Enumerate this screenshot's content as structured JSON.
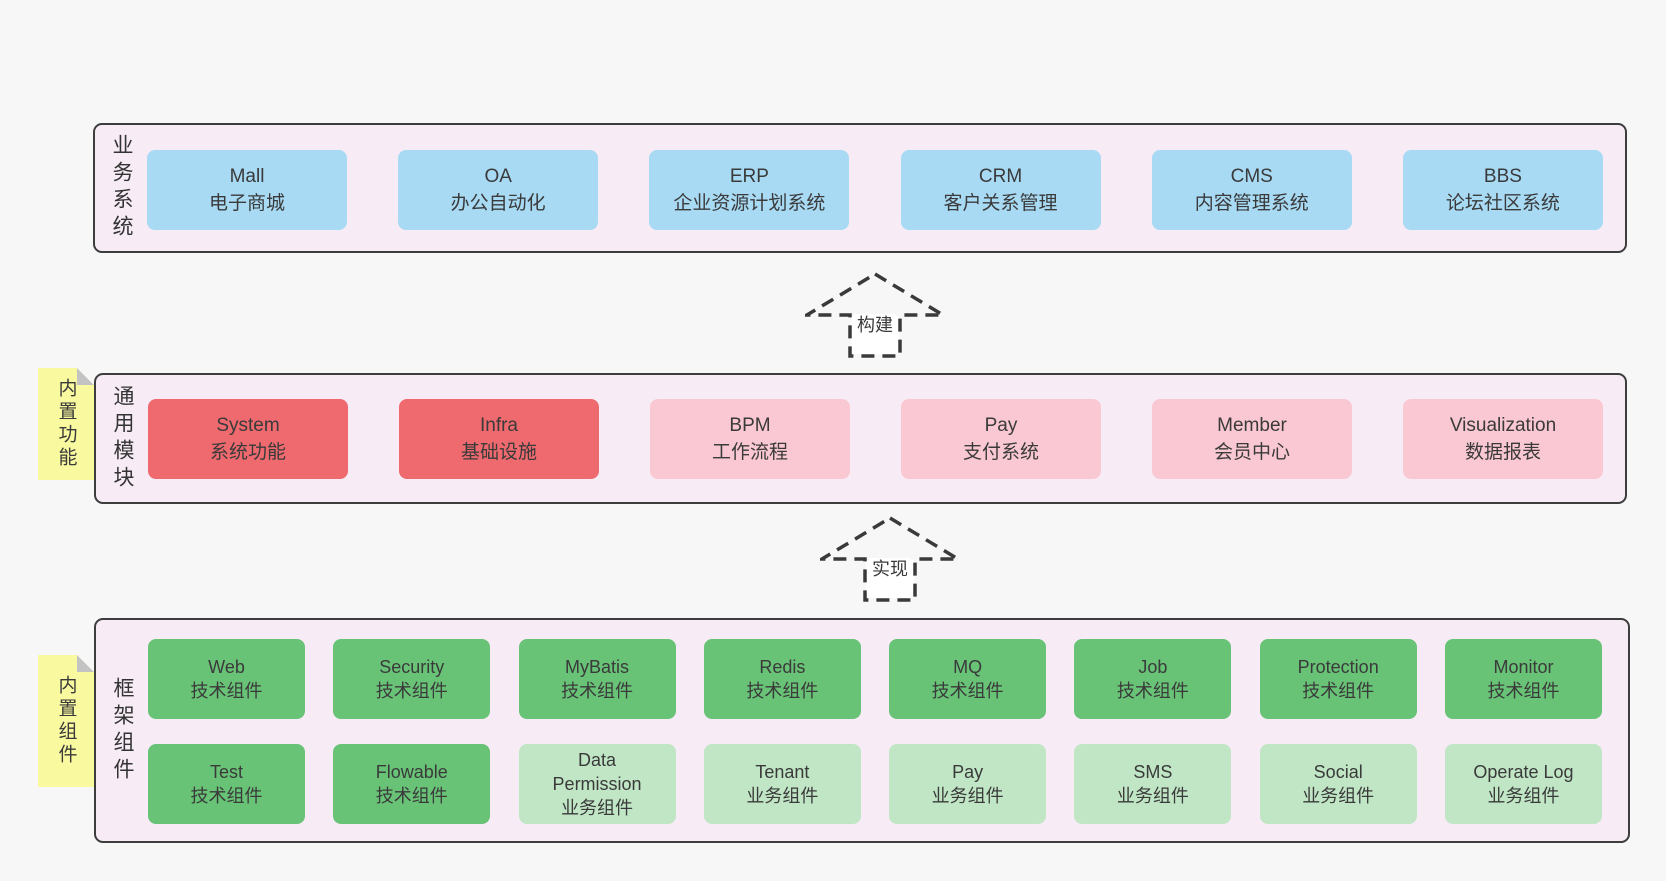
{
  "colors": {
    "page_bg": "#f7f7f7",
    "panel_bg": "#f7ecf6",
    "panel_border": "#3d3d3d",
    "node_blue": "#a8daf4",
    "node_red": "#ef6a6f",
    "node_pink": "#fac8d2",
    "node_green": "#68c377",
    "node_green_light": "#c0e6c5",
    "sticky_yellow": "#f9f9a0",
    "sticky_fold_gray": "#c3c3c3",
    "text": "#3a3a3a"
  },
  "arrows": {
    "build": "构建",
    "implement": "实现"
  },
  "layers": {
    "business": {
      "label": "业务系统",
      "boxes": [
        {
          "title": "Mall",
          "subtitle": "电子商城"
        },
        {
          "title": "OA",
          "subtitle": "办公自动化"
        },
        {
          "title": "ERP",
          "subtitle": "企业资源计划系统"
        },
        {
          "title": "CRM",
          "subtitle": "客户关系管理"
        },
        {
          "title": "CMS",
          "subtitle": "内容管理系统"
        },
        {
          "title": "BBS",
          "subtitle": "论坛社区系统"
        }
      ]
    },
    "modules": {
      "label": "通用模块",
      "sticky": "内置功能",
      "boxes": [
        {
          "title": "System",
          "subtitle": "系统功能",
          "variant": "red"
        },
        {
          "title": "Infra",
          "subtitle": "基础设施",
          "variant": "red"
        },
        {
          "title": "BPM",
          "subtitle": "工作流程",
          "variant": "pink"
        },
        {
          "title": "Pay",
          "subtitle": "支付系统",
          "variant": "pink"
        },
        {
          "title": "Member",
          "subtitle": "会员中心",
          "variant": "pink"
        },
        {
          "title": "Visualization",
          "subtitle": "数据报表",
          "variant": "pink"
        }
      ]
    },
    "framework": {
      "label": "框架组件",
      "sticky": "内置组件",
      "row1": [
        {
          "title": "Web",
          "subtitle": "技术组件",
          "variant": "green"
        },
        {
          "title": "Security",
          "subtitle": "技术组件",
          "variant": "green"
        },
        {
          "title": "MyBatis",
          "subtitle": "技术组件",
          "variant": "green"
        },
        {
          "title": "Redis",
          "subtitle": "技术组件",
          "variant": "green"
        },
        {
          "title": "MQ",
          "subtitle": "技术组件",
          "variant": "green"
        },
        {
          "title": "Job",
          "subtitle": "技术组件",
          "variant": "green"
        },
        {
          "title": "Protection",
          "subtitle": "技术组件",
          "variant": "green"
        },
        {
          "title": "Monitor",
          "subtitle": "技术组件",
          "variant": "green"
        }
      ],
      "row2": [
        {
          "title": "Test",
          "subtitle": "技术组件",
          "variant": "green"
        },
        {
          "title": "Flowable",
          "subtitle": "技术组件",
          "variant": "green"
        },
        {
          "title": "Data Permission",
          "subtitle": "业务组件",
          "variant": "green-light"
        },
        {
          "title": "Tenant",
          "subtitle": "业务组件",
          "variant": "green-light"
        },
        {
          "title": "Pay",
          "subtitle": "业务组件",
          "variant": "green-light"
        },
        {
          "title": "SMS",
          "subtitle": "业务组件",
          "variant": "green-light"
        },
        {
          "title": "Social",
          "subtitle": "业务组件",
          "variant": "green-light"
        },
        {
          "title": "Operate Log",
          "subtitle": "业务组件",
          "variant": "green-light"
        }
      ]
    }
  }
}
